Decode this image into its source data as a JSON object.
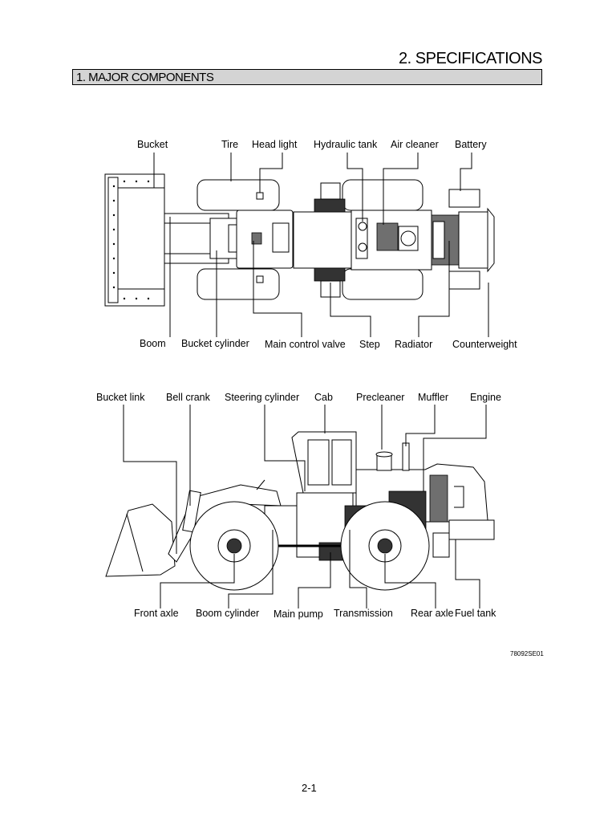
{
  "header": {
    "chapter_title": "2. SPECIFICATIONS",
    "section_title": "1. MAJOR COMPONENTS"
  },
  "top_view": {
    "labels_top": [
      "Bucket",
      "Tire",
      "Head light",
      "Hydraulic tank",
      "Air cleaner",
      "Battery"
    ],
    "labels_bottom": [
      "Boom",
      "Bucket cylinder",
      "Main control valve",
      "Step",
      "Radiator",
      "Counterweight"
    ]
  },
  "side_view": {
    "labels_top": [
      "Bucket link",
      "Bell crank",
      "Steering cylinder",
      "Cab",
      "Precleaner",
      "Muffler",
      "Engine"
    ],
    "labels_bottom": [
      "Front axle",
      "Boom cylinder",
      "Main pump",
      "Transmission",
      "Rear axle",
      "Fuel tank"
    ]
  },
  "figure_code": "78092SE01",
  "page_number": "2-1"
}
